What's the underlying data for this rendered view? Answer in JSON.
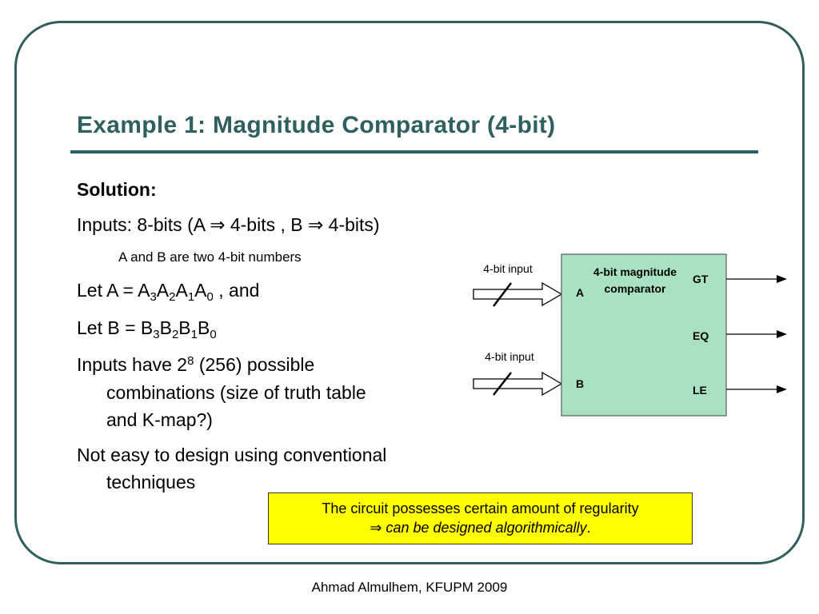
{
  "slide": {
    "title": "Example 1: Magnitude Comparator (4-bit)",
    "solution_label": "Solution:",
    "inputs_line": "Inputs: 8-bits (A ⇒ 4-bits , B ⇒ 4-bits)",
    "ab_note": "A and B are two 4-bit numbers",
    "let_a": {
      "prefix": "Let A = ",
      "terms": [
        "A",
        "A",
        "A",
        "A"
      ],
      "subscripts": [
        "3",
        "2",
        "1",
        "0"
      ],
      "suffix": " , and"
    },
    "let_b": {
      "prefix": "Let B = ",
      "terms": [
        "B",
        "B",
        "B",
        "B"
      ],
      "subscripts": [
        "3",
        "2",
        "1",
        "0"
      ]
    },
    "combinations": {
      "prefix": "Inputs have 2",
      "exponent": "8",
      "suffix": " (256) possible",
      "line2": "combinations (size of truth table",
      "line3": "and K-map?)"
    },
    "conventional": {
      "line1": "Not easy to design using conventional",
      "line2": "techniques"
    },
    "callout": {
      "line1": "The circuit possesses certain amount of regularity",
      "arrow": "⇒ ",
      "italic": "can be designed algorithmically",
      "period": "."
    },
    "footer": "Ahmad Almulhem, KFUPM 2009"
  },
  "diagram": {
    "box_title_line1": "4-bit magnitude",
    "box_title_line2": "comparator",
    "input_a_caption": "4-bit input",
    "input_b_caption": "4-bit input",
    "port_a": "A",
    "port_b": "B",
    "output_gt": "GT",
    "output_eq": "EQ",
    "output_le": "LE",
    "box_fill": "#a8e2c2",
    "line_color": "#000000"
  },
  "colors": {
    "accent": "#2f5f5e",
    "callout_bg": "#ffff00"
  }
}
